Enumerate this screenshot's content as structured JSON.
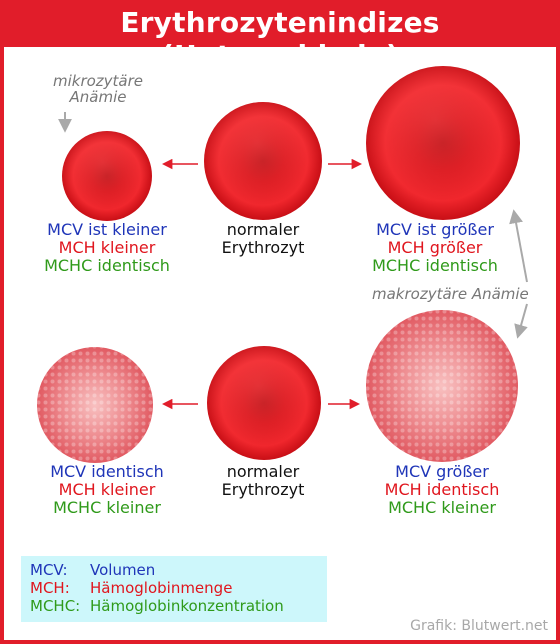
{
  "title": "Erythrozytenindizes (Unterschiede)",
  "notes": {
    "microcytic_line1": "mikrozytäre",
    "microcytic_line2": "Anämie",
    "macrocytic": "makrozytäre Anämie"
  },
  "row1": {
    "left": {
      "mcv": "MCV ist kleiner",
      "mch": "MCH kleiner",
      "mchc": "MCHC identisch"
    },
    "center": {
      "line1": "normaler",
      "line2": "Erythrozyt"
    },
    "right": {
      "mcv": "MCV ist größer",
      "mch": "MCH größer",
      "mchc": "MCHC identisch"
    }
  },
  "row2": {
    "left": {
      "mcv": "MCV identisch",
      "mch": "MCH kleiner",
      "mchc": "MCHC kleiner"
    },
    "center": {
      "line1": "normaler",
      "line2": "Erythrozyt"
    },
    "right": {
      "mcv": "MCV größer",
      "mch": "MCH identisch",
      "mchc": "MCHC kleiner"
    }
  },
  "legend": {
    "items": [
      {
        "key": "MCV:",
        "value": "Volumen"
      },
      {
        "key": "MCH:",
        "value": "Hämoglobinmenge"
      },
      {
        "key": "MCHC:",
        "value": "Hämoglobinkonzentration"
      }
    ]
  },
  "credit": "Grafik: Blutwert.net",
  "colors": {
    "brand_red": "#e11d2a",
    "mcv_blue": "#1f35b8",
    "mch_red": "#e0161e",
    "mchc_green": "#2f9a1a",
    "legend_bg": "#cdf7fb"
  }
}
